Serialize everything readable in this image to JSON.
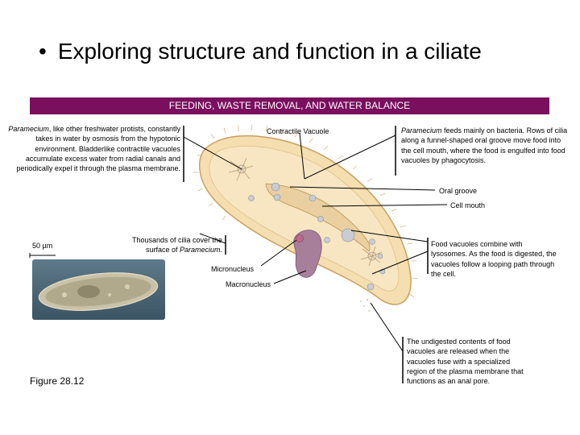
{
  "slide": {
    "bullet": "•",
    "title": "Exploring structure and function in a ciliate"
  },
  "banner": "FEEDING, WASTE REMOVAL, AND WATER BALANCE",
  "notes": {
    "paramecium_em": "Paramecium",
    "water_text": ", like other freshwater protists, constantly takes in water by osmosis from the hypotonic environment. Bladderlike contractile vacuoles accumulate excess water from radial canals and periodically expel it through the plasma membrane.",
    "feeding_em": "Paramecium",
    "feeding_text": " feeds mainly on bacteria. Rows of cilia along a funnel-shaped oral groove move food into the cell mouth, where the food is engulfed into food vacuoles by phagocytosis.",
    "food_vacuoles": "Food vacuoles combine with lysosomes. As the food is digested, the vacuoles follow a looping path through the cell.",
    "undigested": "The undigested contents of food vacuoles are released when the vacuoles fuse with a specialized region of the plasma membrane that functions as an anal pore.",
    "cilia_text": "Thousands of cilia cover the surface of ",
    "cilia_em": "Paramecium",
    "cilia_end": "."
  },
  "labels": {
    "contractile_vacuole": "Contractile Vacuole",
    "oral_groove": "Oral groove",
    "cell_mouth": "Cell mouth",
    "micronucleus": "Micronucleus",
    "macronucleus": "Macronucleus",
    "scale": "50 µm"
  },
  "figure_caption": "Figure 28.12",
  "colors": {
    "banner": "#7a0f5e",
    "cell_fill": "#f5deb0",
    "cell_edge": "#c8a060",
    "nucleus": "#a87f9a"
  }
}
